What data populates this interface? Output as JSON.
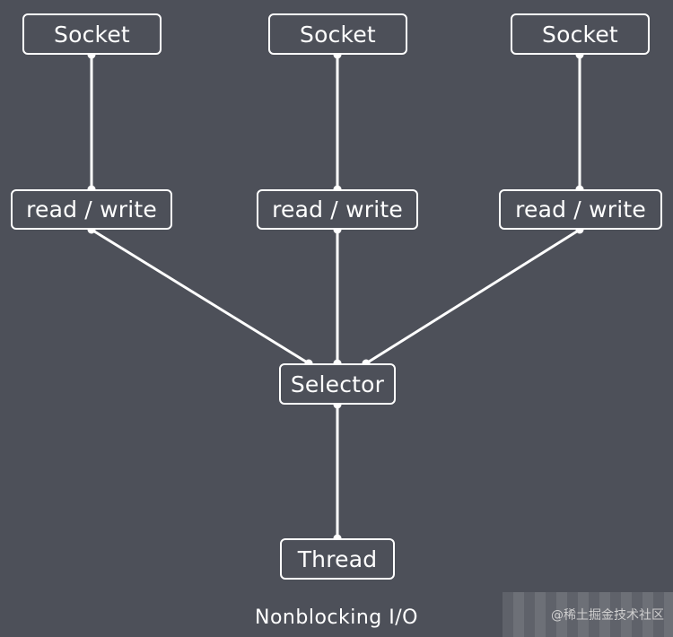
{
  "colors": {
    "background": "#4d5059",
    "stroke": "#ffffff",
    "text": "#ffffff"
  },
  "nodes": {
    "socket_1": "Socket",
    "socket_2": "Socket",
    "socket_3": "Socket",
    "rw_1": "read / write",
    "rw_2": "read / write",
    "rw_3": "read / write",
    "selector": "Selector",
    "thread": "Thread"
  },
  "caption": "Nonblocking I/O",
  "watermark": "@稀土掘金技术社区",
  "edges": [
    [
      "socket_1",
      "rw_1"
    ],
    [
      "socket_2",
      "rw_2"
    ],
    [
      "socket_3",
      "rw_3"
    ],
    [
      "rw_1",
      "selector"
    ],
    [
      "rw_2",
      "selector"
    ],
    [
      "rw_3",
      "selector"
    ],
    [
      "selector",
      "thread"
    ]
  ]
}
